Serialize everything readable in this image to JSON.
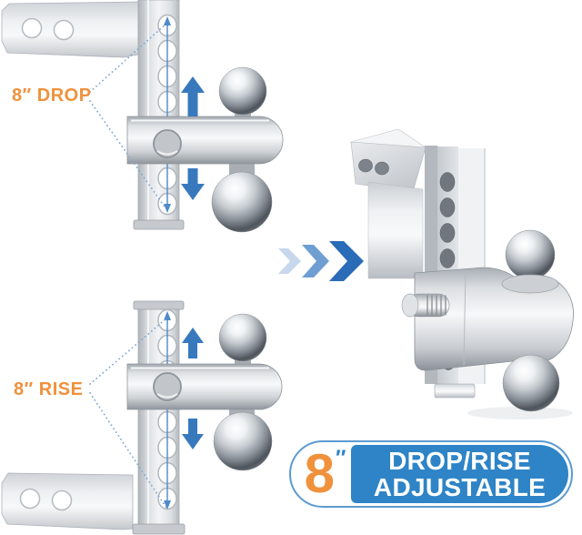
{
  "annotations": {
    "drop_label": "8″ DROP",
    "rise_label": "8″ RISE"
  },
  "badge": {
    "value": "8",
    "unit": "″",
    "line1": "DROP/RISE",
    "line2": "ADJUSTABLE"
  },
  "icons": {
    "transition": "triple-chevron-right",
    "adjust_up": "arrow-up",
    "adjust_down": "arrow-down",
    "measurement": "double-headed-vertical-arrow"
  },
  "colors": {
    "accent_orange": "#F0913C",
    "badge_blue": "#2E84C6",
    "badge_outline": "#5B9BD0",
    "arrow_blue": "#3879BE",
    "measure_blue": "#4E89C9",
    "dotted_blue": "#7FA9D6",
    "chevron_light": "#C7D8EC",
    "chevron_mid": "#6F9FD2",
    "chevron_dark": "#2A6CB8"
  }
}
